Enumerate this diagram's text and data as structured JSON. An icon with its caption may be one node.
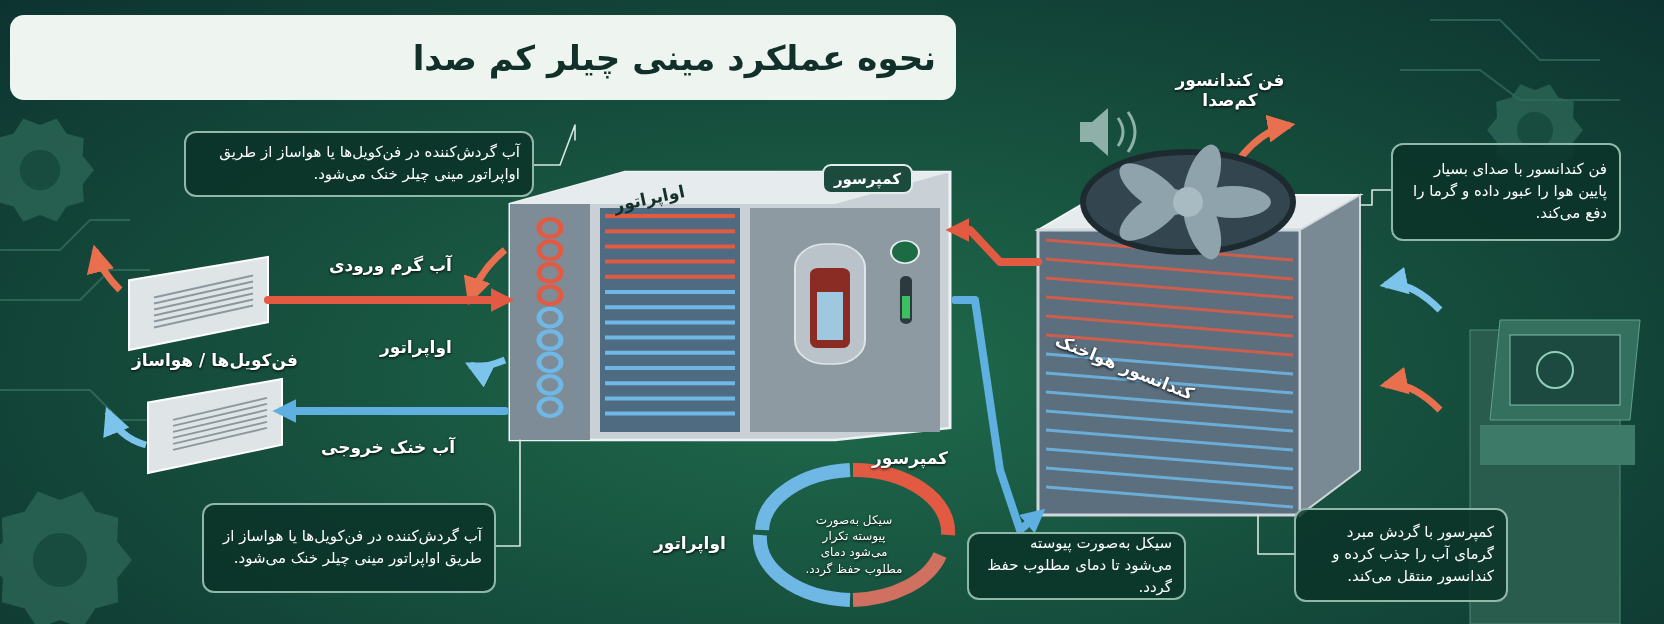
{
  "diagram": {
    "title": "نحوه عملکرد مینی چیلر کم صدا",
    "nodes": [
      {
        "text": [
          "آب گردش‌کننده در فن‌کویل‌ها یا هواساز از طریق اواپراتور مینی چیلر خنک می‌شود."
        ]
      },
      {
        "text": [],
        "shape": "picture"
      },
      {
        "text": [
          "کمپرسور"
        ],
        "in": 1
      },
      {
        "text": [],
        "shape": "picture"
      },
      {
        "text": [
          "فن کندانسور با صدای بسیار پایین هوا را عبور داده و گرما را دفع می‌کند."
        ]
      },
      {
        "text": [],
        "shape": "picture"
      },
      {
        "text": [],
        "shape": "picture"
      },
      {
        "text": [
          "آب گردش‌کننده در فن‌کویل‌ها یا هواساز از طریق اواپراتور مینی چیلر خنک می‌شود."
        ]
      },
      {
        "text": [
          "سیکل به‌صورت پیوسته می‌شود تا دمای مطلوب حفظ گردد."
        ]
      },
      {
        "text": [
          "کمپرسور با گردش مبرد گرمای آب را جذب کرده و کندانسور منتقل می‌کند."
        ]
      }
    ],
    "edges": [
      {
        "from": 5,
        "to": 1,
        "arrow": "to",
        "style": "thick",
        "color": "#e35a43"
      },
      {
        "from": 1,
        "to": 6,
        "arrow": "to",
        "style": "thick",
        "color": "#5fb0e0"
      },
      {
        "from": 3,
        "to": 1,
        "arrow": "to",
        "style": "thick",
        "color": "#e35a43"
      },
      {
        "from": 1,
        "to": 3,
        "arrow": "to",
        "style": "thick",
        "color": "#5fb0e0"
      },
      {
        "from": 0,
        "to": 1,
        "arrow": "none"
      },
      {
        "from": 4,
        "to": 3,
        "arrow": "none"
      },
      {
        "from": 7,
        "to": 1,
        "arrow": "none"
      },
      {
        "from": 9,
        "to": 3,
        "arrow": "none"
      }
    ],
    "labels": [
      "اواپراتور",
      "فن کندانسور کم‌صدا",
      "آب گرم ورودی",
      "اواپراتور",
      "فن‌کویل‌ها / هواساز",
      "آب خنک خروجی",
      "کمپرسور",
      "اواپراتور",
      "سیکل به‌صورت پیوسته تکرار می‌شود دمای مطلوب حفظ گردد.",
      "کندانسور هواخنک"
    ]
  }
}
